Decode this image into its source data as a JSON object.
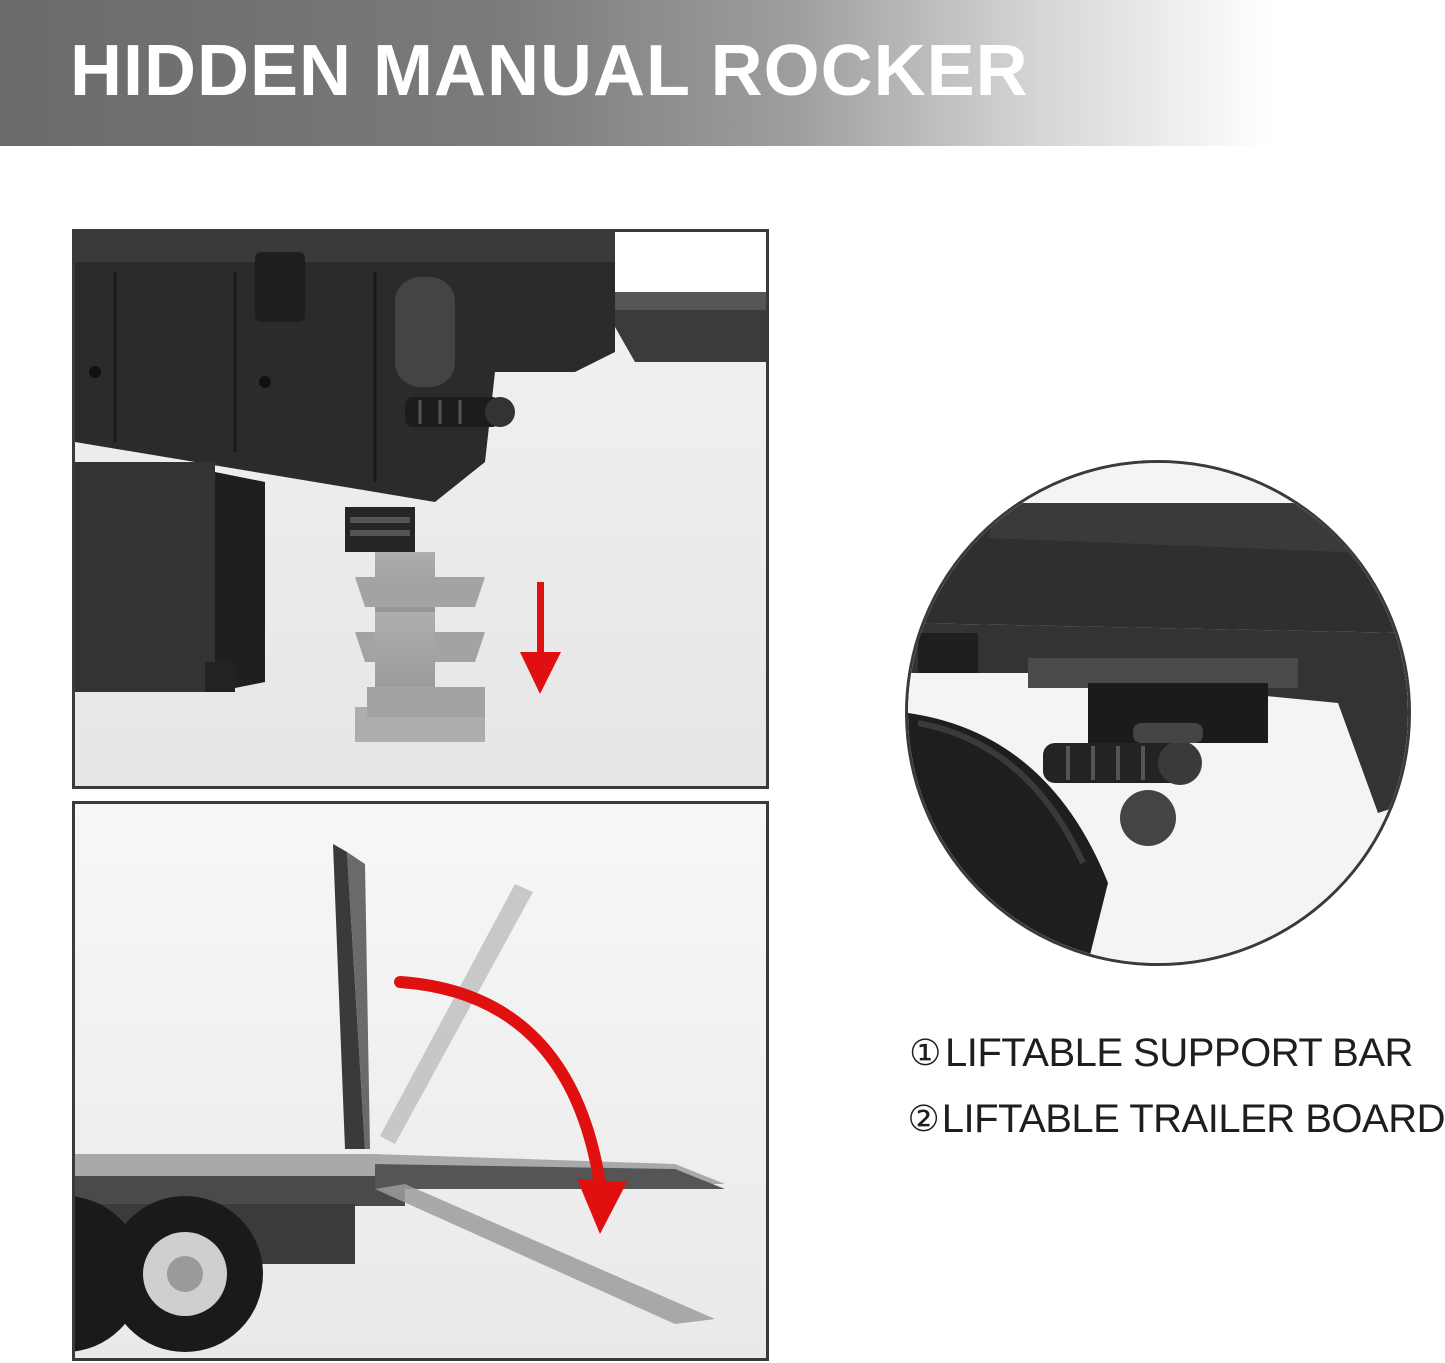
{
  "banner": {
    "title": "HIDDEN MANUAL ROCKER"
  },
  "photos": {
    "top_subject": "support-leg",
    "bottom_subject": "trailer-ramp",
    "zoom_subject": "manual-rocker-crank"
  },
  "features": [
    {
      "number": "①",
      "label": "LIFTABLE SUPPORT BAR"
    },
    {
      "number": "②",
      "label": "LIFTABLE TRAILER BOARD"
    }
  ],
  "colors": {
    "banner_dark": "#6a6a6a",
    "arrow_red": "#e01010",
    "plastic_black": "#2b2b2b",
    "text": "#1e1e1e"
  }
}
